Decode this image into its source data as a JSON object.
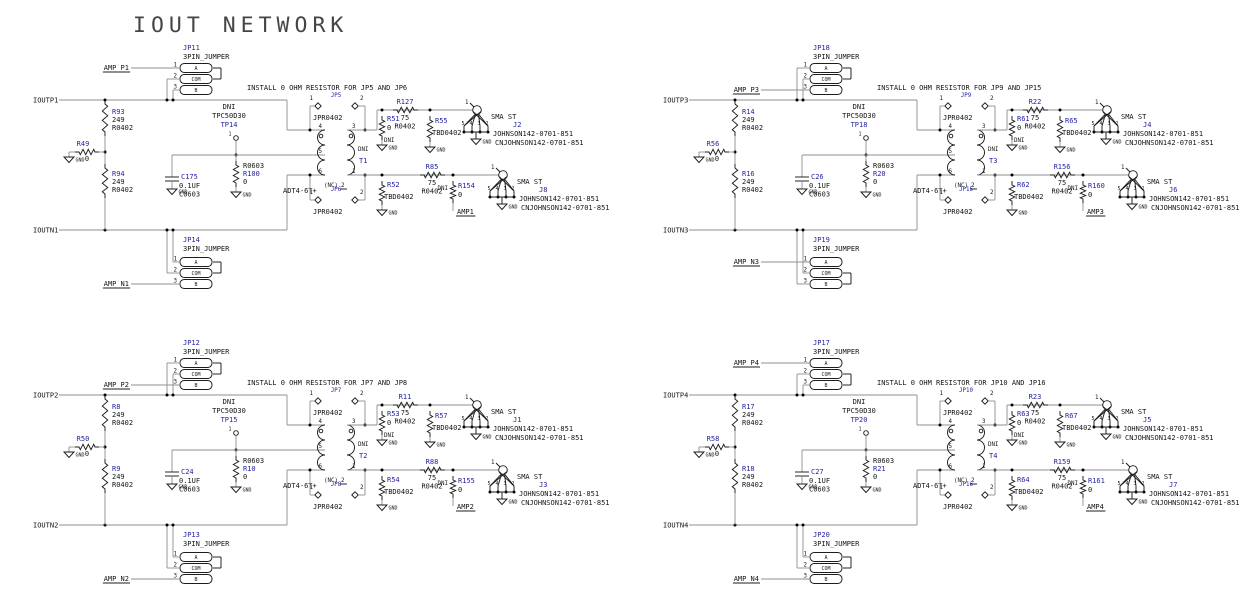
{
  "title": "IOUT NETWORK",
  "labels": {
    "gnd": "GND"
  },
  "colors": {
    "wire": "#8f8f8f",
    "symbol": "#1c1c1c",
    "refdes": "#23239f",
    "background": "#ffffff"
  },
  "blocks": [
    {
      "input_p": "IOUTP1",
      "input_n": "IOUTN1",
      "note": "INSTALL 0 OHM RESISTOR FOR JP5 AND JP6",
      "jumper_top": {
        "ref": "JP11",
        "part": "3PIN_JUMPER",
        "net": "AMP_P1",
        "net_pin": 0,
        "bracket": [
          0,
          1
        ],
        "pins": [
          "1",
          "2",
          "3"
        ],
        "pin_labels": [
          "A",
          "COM",
          "B"
        ]
      },
      "jumper_bottom": {
        "ref": "JP14",
        "part": "3PIN_JUMPER",
        "net": "AMP_N1",
        "net_pin": 2,
        "bracket": [
          0,
          1
        ],
        "pins": [
          "1",
          "2",
          "3"
        ],
        "pin_labels": [
          "A",
          "COM",
          "B"
        ]
      },
      "r_div_top": {
        "ref": "R93",
        "val": "249",
        "pkg": "R0402"
      },
      "r_div_bot": {
        "ref": "R94",
        "val": "249",
        "pkg": "R0402"
      },
      "r_tap": {
        "ref": "R49",
        "val": "0"
      },
      "testpoint": {
        "dni": "DNI",
        "part": "TPC50D30",
        "ref": "TP14",
        "pin": "1"
      },
      "cap": {
        "ref": "C175",
        "val": "0.1UF",
        "pkg": "C0603"
      },
      "r_shunt": {
        "ref": "R100",
        "val": "0",
        "pkg": "R0603"
      },
      "xfmr": {
        "ref": "T1",
        "part": "ADT4-6T+",
        "dni": "DNI",
        "nc": "(NC)",
        "nc_pin": "2",
        "pins_left": [
          "4",
          "5",
          "6"
        ],
        "pins_right": [
          "3",
          "1"
        ]
      },
      "jp_top": {
        "ref": "JP5",
        "pkg": "JPR0402",
        "pins": [
          "1",
          "2"
        ]
      },
      "jp_bot": {
        "ref": "JP6",
        "pkg": "JPR0402",
        "pins": [
          "1",
          "2"
        ]
      },
      "r_top_series": {
        "ref": "R127",
        "val": "75",
        "pkg": "R0402"
      },
      "r_top_dni": {
        "ref": "R51",
        "val": "0",
        "dni": "DNI"
      },
      "r_top_tbd": {
        "ref": "R55",
        "val": "TBD0402"
      },
      "conn_top": {
        "ref": "J2",
        "type": "SMA ST",
        "mfr": "JOHNSON142-0701-851",
        "mfr2": "CNJOHNSON142-0701-851",
        "pin_top": "1",
        "pins": [
          "5",
          "4",
          "3",
          "2"
        ]
      },
      "r_bot_tbd": {
        "ref": "R52",
        "val": "TBD0402"
      },
      "r_bot_series": {
        "ref": "R85",
        "val": "75",
        "pkg": "R0402"
      },
      "r_bot_dni": {
        "ref": "R154",
        "val": "0",
        "dni": "DNI"
      },
      "amp_net": "AMP1",
      "conn_bot": {
        "ref": "J8",
        "type": "SMA ST",
        "mfr": "JOHNSON142-0701-851",
        "mfr2": "CNJOHNSON142-0701-851",
        "pin_top": "1",
        "pins": [
          "5",
          "4",
          "3",
          "2"
        ]
      }
    },
    {
      "input_p": "IOUTP3",
      "input_n": "IOUTN3",
      "note": "INSTALL 0 OHM RESISTOR FOR JP9 AND JP15",
      "jumper_top": {
        "ref": "JP18",
        "part": "3PIN_JUMPER",
        "net": "AMP_P3",
        "net_pin": 2,
        "bracket": [
          0,
          1
        ],
        "pins": [
          "1",
          "2",
          "3"
        ],
        "pin_labels": [
          "A",
          "COM",
          "B"
        ]
      },
      "jumper_bottom": {
        "ref": "JP19",
        "part": "3PIN_JUMPER",
        "net": "AMP_N3",
        "net_pin": 0,
        "bracket": [
          1,
          2
        ],
        "pins": [
          "1",
          "2",
          "3"
        ],
        "pin_labels": [
          "A",
          "COM",
          "B"
        ]
      },
      "r_div_top": {
        "ref": "R14",
        "val": "249",
        "pkg": "R0402"
      },
      "r_div_bot": {
        "ref": "R16",
        "val": "249",
        "pkg": "R0402"
      },
      "r_tap": {
        "ref": "R56",
        "val": "0"
      },
      "testpoint": {
        "dni": "DNI",
        "part": "TPC50D30",
        "ref": "TP18",
        "pin": "1"
      },
      "cap": {
        "ref": "C26",
        "val": "0.1UF",
        "pkg": "C0603"
      },
      "r_shunt": {
        "ref": "R20",
        "val": "0",
        "pkg": "R0603"
      },
      "xfmr": {
        "ref": "T3",
        "part": "ADT4-6T+",
        "dni": "DNI",
        "nc": "(NC)",
        "nc_pin": "2",
        "pins_left": [
          "4",
          "5",
          "6"
        ],
        "pins_right": [
          "3",
          "1"
        ]
      },
      "jp_top": {
        "ref": "JP9",
        "pkg": "JPR0402",
        "pins": [
          "1",
          "2"
        ]
      },
      "jp_bot": {
        "ref": "JP15",
        "pkg": "JPR0402",
        "pins": [
          "1",
          "2"
        ]
      },
      "r_top_series": {
        "ref": "R22",
        "val": "75",
        "pkg": "R0402"
      },
      "r_top_dni": {
        "ref": "R61",
        "val": "0",
        "dni": "DNI"
      },
      "r_top_tbd": {
        "ref": "R65",
        "val": "TBD0402"
      },
      "conn_top": {
        "ref": "J4",
        "type": "SMA ST",
        "mfr": "JOHNSON142-0701-851",
        "mfr2": "CNJOHNSON142-0701-851",
        "pin_top": "1",
        "pins": [
          "5",
          "4",
          "3",
          "2"
        ]
      },
      "r_bot_tbd": {
        "ref": "R62",
        "val": "TBD0402"
      },
      "r_bot_series": {
        "ref": "R156",
        "val": "75",
        "pkg": "R0402"
      },
      "r_bot_dni": {
        "ref": "R160",
        "val": "0",
        "dni": "DNI"
      },
      "amp_net": "AMP3",
      "conn_bot": {
        "ref": "J6",
        "type": "SMA ST",
        "mfr": "JOHNSON142-0701-851",
        "mfr2": "CNJOHNSON142-0701-851",
        "pin_top": "1",
        "pins": [
          "5",
          "4",
          "3",
          "2"
        ]
      }
    },
    {
      "input_p": "IOUTP2",
      "input_n": "IOUTN2",
      "note": "INSTALL 0 OHM RESISTOR FOR JP7 AND JP8",
      "jumper_top": {
        "ref": "JP12",
        "part": "3PIN_JUMPER",
        "net": "AMP_P2",
        "net_pin": 2,
        "bracket": [
          0,
          1
        ],
        "pins": [
          "1",
          "2",
          "3"
        ],
        "pin_labels": [
          "A",
          "COM",
          "B"
        ]
      },
      "jumper_bottom": {
        "ref": "JP13",
        "part": "3PIN_JUMPER",
        "net": "AMP_N2",
        "net_pin": 2,
        "bracket": [
          0,
          1
        ],
        "pins": [
          "1",
          "2",
          "3"
        ],
        "pin_labels": [
          "A",
          "COM",
          "B"
        ]
      },
      "r_div_top": {
        "ref": "R8",
        "val": "249",
        "pkg": "R0402"
      },
      "r_div_bot": {
        "ref": "R9",
        "val": "249",
        "pkg": "R0402"
      },
      "r_tap": {
        "ref": "R50",
        "val": "0"
      },
      "testpoint": {
        "dni": "DNI",
        "part": "TPC50D30",
        "ref": "TP15",
        "pin": "1"
      },
      "cap": {
        "ref": "C24",
        "val": "0.1UF",
        "pkg": "C0603"
      },
      "r_shunt": {
        "ref": "R10",
        "val": "0",
        "pkg": "R0603"
      },
      "xfmr": {
        "ref": "T2",
        "part": "ADT4-6T+",
        "dni": "DNI",
        "nc": "(NC)",
        "nc_pin": "2",
        "pins_left": [
          "4",
          "5",
          "6"
        ],
        "pins_right": [
          "3",
          "1"
        ]
      },
      "jp_top": {
        "ref": "JP7",
        "pkg": "JPR0402",
        "pins": [
          "1",
          "2"
        ]
      },
      "jp_bot": {
        "ref": "JP8",
        "pkg": "JPR0402",
        "pins": [
          "1",
          "2"
        ]
      },
      "r_top_series": {
        "ref": "R11",
        "val": "75",
        "pkg": "R0402"
      },
      "r_top_dni": {
        "ref": "R53",
        "val": "0",
        "dni": "DNI"
      },
      "r_top_tbd": {
        "ref": "R57",
        "val": "TBD0402"
      },
      "conn_top": {
        "ref": "J1",
        "type": "SMA ST",
        "mfr": "JOHNSON142-0701-851",
        "mfr2": "CNJOHNSON142-0701-851",
        "pin_top": "1",
        "pins": [
          "5",
          "4",
          "3",
          "2"
        ]
      },
      "r_bot_tbd": {
        "ref": "R54",
        "val": "TBD0402"
      },
      "r_bot_series": {
        "ref": "R88",
        "val": "75",
        "pkg": "R0402"
      },
      "r_bot_dni": {
        "ref": "R155",
        "val": "0",
        "dni": "DNI"
      },
      "amp_net": "AMP2",
      "conn_bot": {
        "ref": "J3",
        "type": "SMA ST",
        "mfr": "JOHNSON142-0701-851",
        "mfr2": "CNJOHNSON142-0701-851",
        "pin_top": "1",
        "pins": [
          "5",
          "4",
          "3",
          "2"
        ]
      }
    },
    {
      "input_p": "IOUTP4",
      "input_n": "IOUTN4",
      "note": "INSTALL 0 OHM RESISTOR FOR JP10 AND JP16",
      "jumper_top": {
        "ref": "JP17",
        "part": "3PIN_JUMPER",
        "net": "AMP_P4",
        "net_pin": 0,
        "bracket": [
          1,
          2
        ],
        "pins": [
          "1",
          "2",
          "3"
        ],
        "pin_labels": [
          "A",
          "COM",
          "B"
        ]
      },
      "jumper_bottom": {
        "ref": "JP20",
        "part": "3PIN_JUMPER",
        "net": "AMP_N4",
        "net_pin": 2,
        "bracket": [
          0,
          1
        ],
        "pins": [
          "1",
          "2",
          "3"
        ],
        "pin_labels": [
          "A",
          "COM",
          "B"
        ]
      },
      "r_div_top": {
        "ref": "R17",
        "val": "249",
        "pkg": "R0402"
      },
      "r_div_bot": {
        "ref": "R18",
        "val": "249",
        "pkg": "R0402"
      },
      "r_tap": {
        "ref": "R58",
        "val": "0"
      },
      "testpoint": {
        "dni": "DNI",
        "part": "TPC50D30",
        "ref": "TP20",
        "pin": "1"
      },
      "cap": {
        "ref": "C27",
        "val": "0.1UF",
        "pkg": "C0603"
      },
      "r_shunt": {
        "ref": "R21",
        "val": "0",
        "pkg": "R0603"
      },
      "xfmr": {
        "ref": "T4",
        "part": "ADT4-6T+",
        "dni": "DNI",
        "nc": "(NC)",
        "nc_pin": "2",
        "pins_left": [
          "4",
          "5",
          "6"
        ],
        "pins_right": [
          "3",
          "1"
        ]
      },
      "jp_top": {
        "ref": "JP10",
        "pkg": "JPR0402",
        "pins": [
          "1",
          "2"
        ]
      },
      "jp_bot": {
        "ref": "JP16",
        "pkg": "JPR0402",
        "pins": [
          "1",
          "2"
        ]
      },
      "r_top_series": {
        "ref": "R23",
        "val": "75",
        "pkg": "R0402"
      },
      "r_top_dni": {
        "ref": "R63",
        "val": "0",
        "dni": "DNI"
      },
      "r_top_tbd": {
        "ref": "R67",
        "val": "TBD0402"
      },
      "conn_top": {
        "ref": "J5",
        "type": "SMA ST",
        "mfr": "JOHNSON142-0701-851",
        "mfr2": "CNJOHNSON142-0701-851",
        "pin_top": "1",
        "pins": [
          "5",
          "4",
          "3",
          "2"
        ]
      },
      "r_bot_tbd": {
        "ref": "R64",
        "val": "TBD0402"
      },
      "r_bot_series": {
        "ref": "R159",
        "val": "75",
        "pkg": "R0402"
      },
      "r_bot_dni": {
        "ref": "R161",
        "val": "0",
        "dni": "DNI"
      },
      "amp_net": "AMP4",
      "conn_bot": {
        "ref": "J7",
        "type": "SMA ST",
        "mfr": "JOHNSON142-0701-851",
        "mfr2": "CNJOHNSON142-0701-851",
        "pin_top": "1",
        "pins": [
          "5",
          "4",
          "3",
          "2"
        ]
      }
    }
  ]
}
